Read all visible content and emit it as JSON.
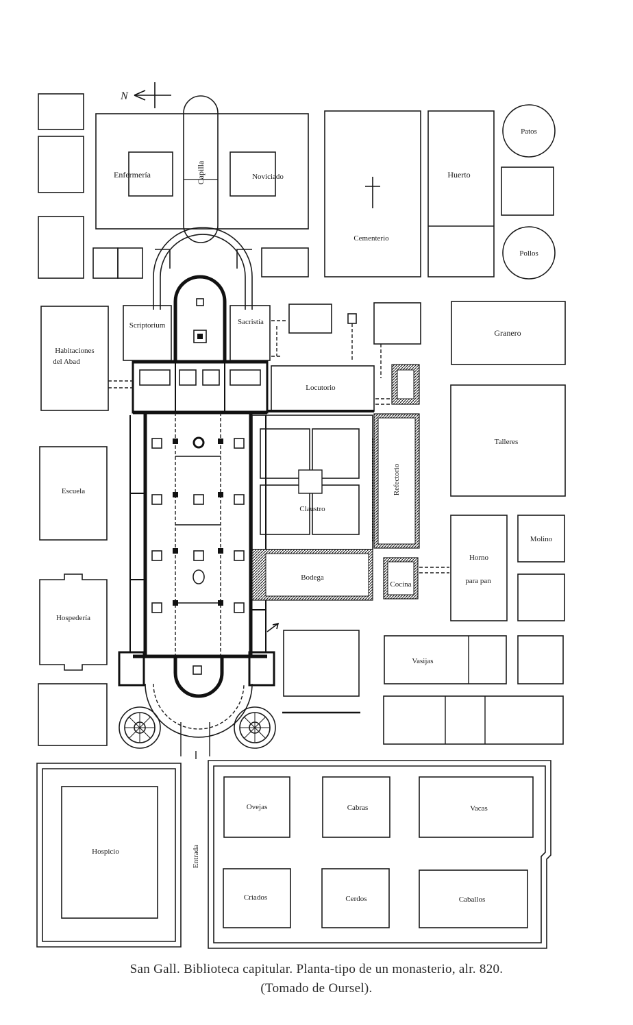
{
  "compass": {
    "label": "N"
  },
  "rooms": {
    "enfermeria": "Enfermería",
    "capilla": "Capilla",
    "noviciado": "Noviciado",
    "cementerio": "Cementerio",
    "huerto": "Huerto",
    "patos": "Patos",
    "pollos": "Pollos",
    "scriptorium": "Scriptorium",
    "sacristia": "Sacristía",
    "habitaciones_1": "Habitaciones",
    "habitaciones_2": "del Abad",
    "granero": "Granero",
    "locutorio": "Locutorio",
    "talleres": "Talleres",
    "escuela": "Escuela",
    "refectorio": "Refectorio",
    "claustro": "Claustro",
    "molino": "Molino",
    "horno_1": "Horno",
    "horno_2": "para pan",
    "bodega": "Bodega",
    "cocina": "Cocina",
    "hospederia": "Hospedería",
    "vasijas": "Vasijas",
    "ovejas": "Ovejas",
    "cabras": "Cabras",
    "vacas": "Vacas",
    "hospicio": "Hospicio",
    "entrada": "Entrada",
    "criados": "Criados",
    "cerdos": "Cerdos",
    "caballos": "Caballos"
  },
  "caption": {
    "line1": "San Gall. Biblioteca capitular. Planta-tipo de un monasterio, alr. 820.",
    "line2": "(Tomado de Oursel)."
  }
}
